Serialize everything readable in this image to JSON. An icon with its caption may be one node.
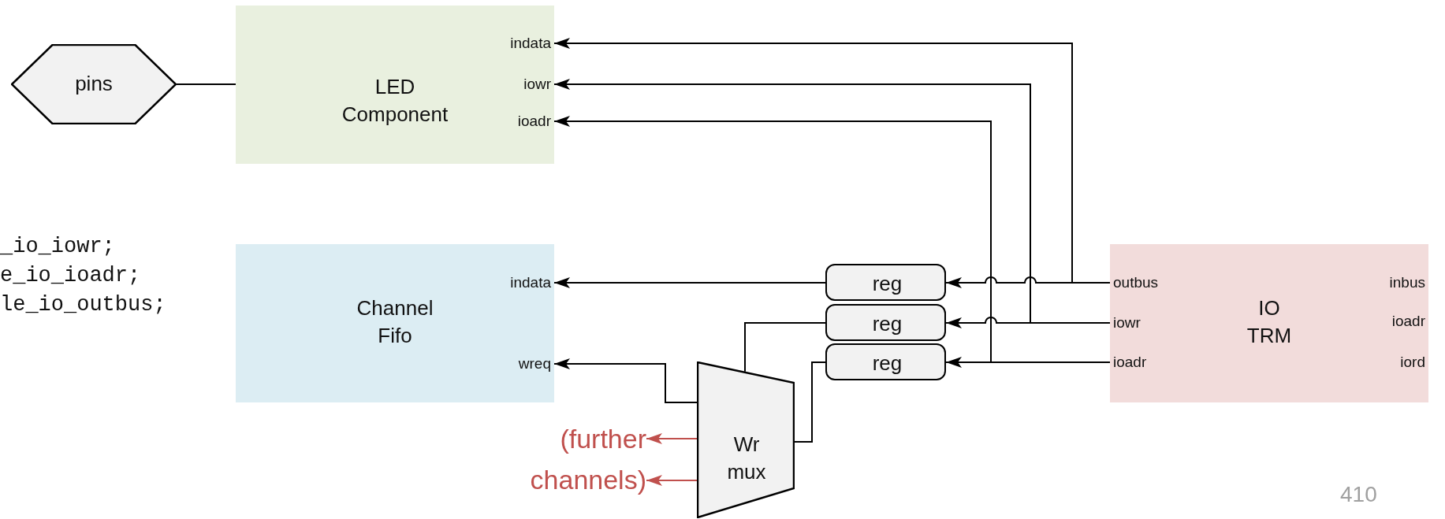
{
  "diagram": {
    "nodes": [
      {
        "text": [
          "pins"
        ]
      },
      {
        "text": [
          "LED Component",
          "indata",
          "iowr",
          "ioadr"
        ]
      },
      {
        "text": [
          "Channel Fifo",
          "indata",
          "wreq"
        ]
      },
      {
        "text": [
          "reg"
        ]
      },
      {
        "text": [
          "reg"
        ]
      },
      {
        "text": [
          "reg"
        ]
      },
      {
        "text": [
          "Wr mux"
        ]
      },
      {
        "text": [
          "IO TRM",
          "outbus",
          "iowr",
          "ioadr",
          "inbus",
          "ioadr",
          "iord"
        ]
      },
      {
        "text": [
          "(further channels)"
        ]
      }
    ],
    "edges": [
      {
        "from": 0,
        "to": 1,
        "arrow": "none"
      },
      {
        "from": 7,
        "to": 1,
        "arrow": "to"
      },
      {
        "from": 7,
        "to": 1,
        "arrow": "to"
      },
      {
        "from": 7,
        "to": 1,
        "arrow": "to"
      },
      {
        "from": 7,
        "to": 3,
        "arrow": "to"
      },
      {
        "from": 7,
        "to": 4,
        "arrow": "to"
      },
      {
        "from": 7,
        "to": 5,
        "arrow": "to"
      },
      {
        "from": 3,
        "to": 2,
        "arrow": "to"
      },
      {
        "from": 4,
        "to": 6,
        "arrow": "none"
      },
      {
        "from": 5,
        "to": 6,
        "arrow": "none"
      },
      {
        "from": 6,
        "to": 2,
        "arrow": "to"
      },
      {
        "from": 6,
        "to": 8,
        "arrow": "to",
        "color": "#c0504d"
      },
      {
        "from": 6,
        "to": 8,
        "arrow": "to",
        "color": "#c0504d"
      }
    ],
    "labels": [
      "_io_iowr;",
      "e_io_ioadr;",
      "le_io_outbus;",
      "410"
    ]
  }
}
